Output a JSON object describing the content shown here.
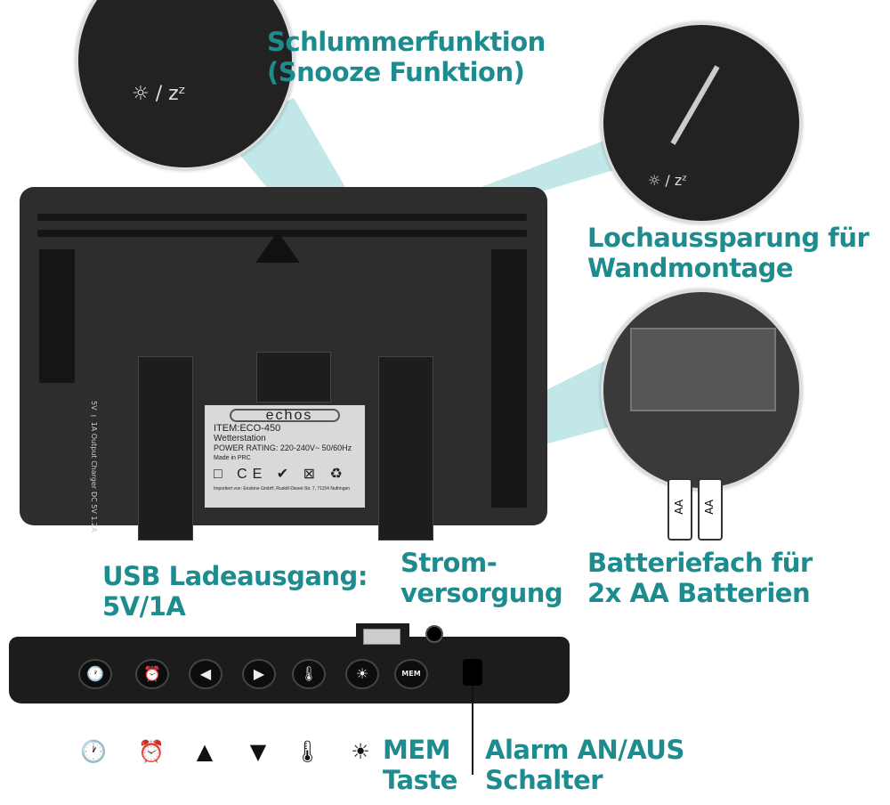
{
  "callouts": {
    "snooze": [
      "Schlummerfunktion",
      "(Snooze Funktion)"
    ],
    "wall_mount": [
      "Lochaussparung für",
      "Wandmontage"
    ],
    "battery": [
      "Batteriefach für",
      "2x AA Batterien"
    ],
    "usb": [
      "USB Ladeausgang:",
      "5V/1A"
    ],
    "power": [
      "Strom-",
      "versorgung"
    ],
    "mem": [
      "MEM",
      "Taste"
    ],
    "alarm_switch": [
      "Alarm AN/AUS",
      "Schalter"
    ]
  },
  "snooze_icon_text": "☼ / zᶻ",
  "product_label": {
    "brand": "echos",
    "item": "ITEM:ECO-450",
    "name": "Wetterstation",
    "power": "POWER RATING: 220-240V~ 50/60Hz",
    "origin": "Made in PRC",
    "importer": "Importiert von: Enstone GmbH, Rudolf-Diesel-Str. 7, 71154 Nufringen"
  },
  "port_labels": {
    "usb": "5V ⎓ 1A Output Charger",
    "dc": "DC 5V 1.2A"
  },
  "batteries": [
    "AA",
    "AA"
  ],
  "buttons": [
    {
      "id": "clock",
      "glyph": "🕐"
    },
    {
      "id": "alarm",
      "glyph": "⏰"
    },
    {
      "id": "up",
      "glyph": "◀"
    },
    {
      "id": "down",
      "glyph": "▶"
    },
    {
      "id": "temp",
      "glyph": "🌡"
    },
    {
      "id": "light",
      "glyph": "☀"
    },
    {
      "id": "mem",
      "glyph": "MEM"
    }
  ],
  "legend_icons": [
    "🕐",
    "⏰",
    "▲",
    "▼",
    "🌡",
    "☀"
  ],
  "colors": {
    "accent": "#1e8c8e",
    "beam": "#9fd8dc"
  }
}
